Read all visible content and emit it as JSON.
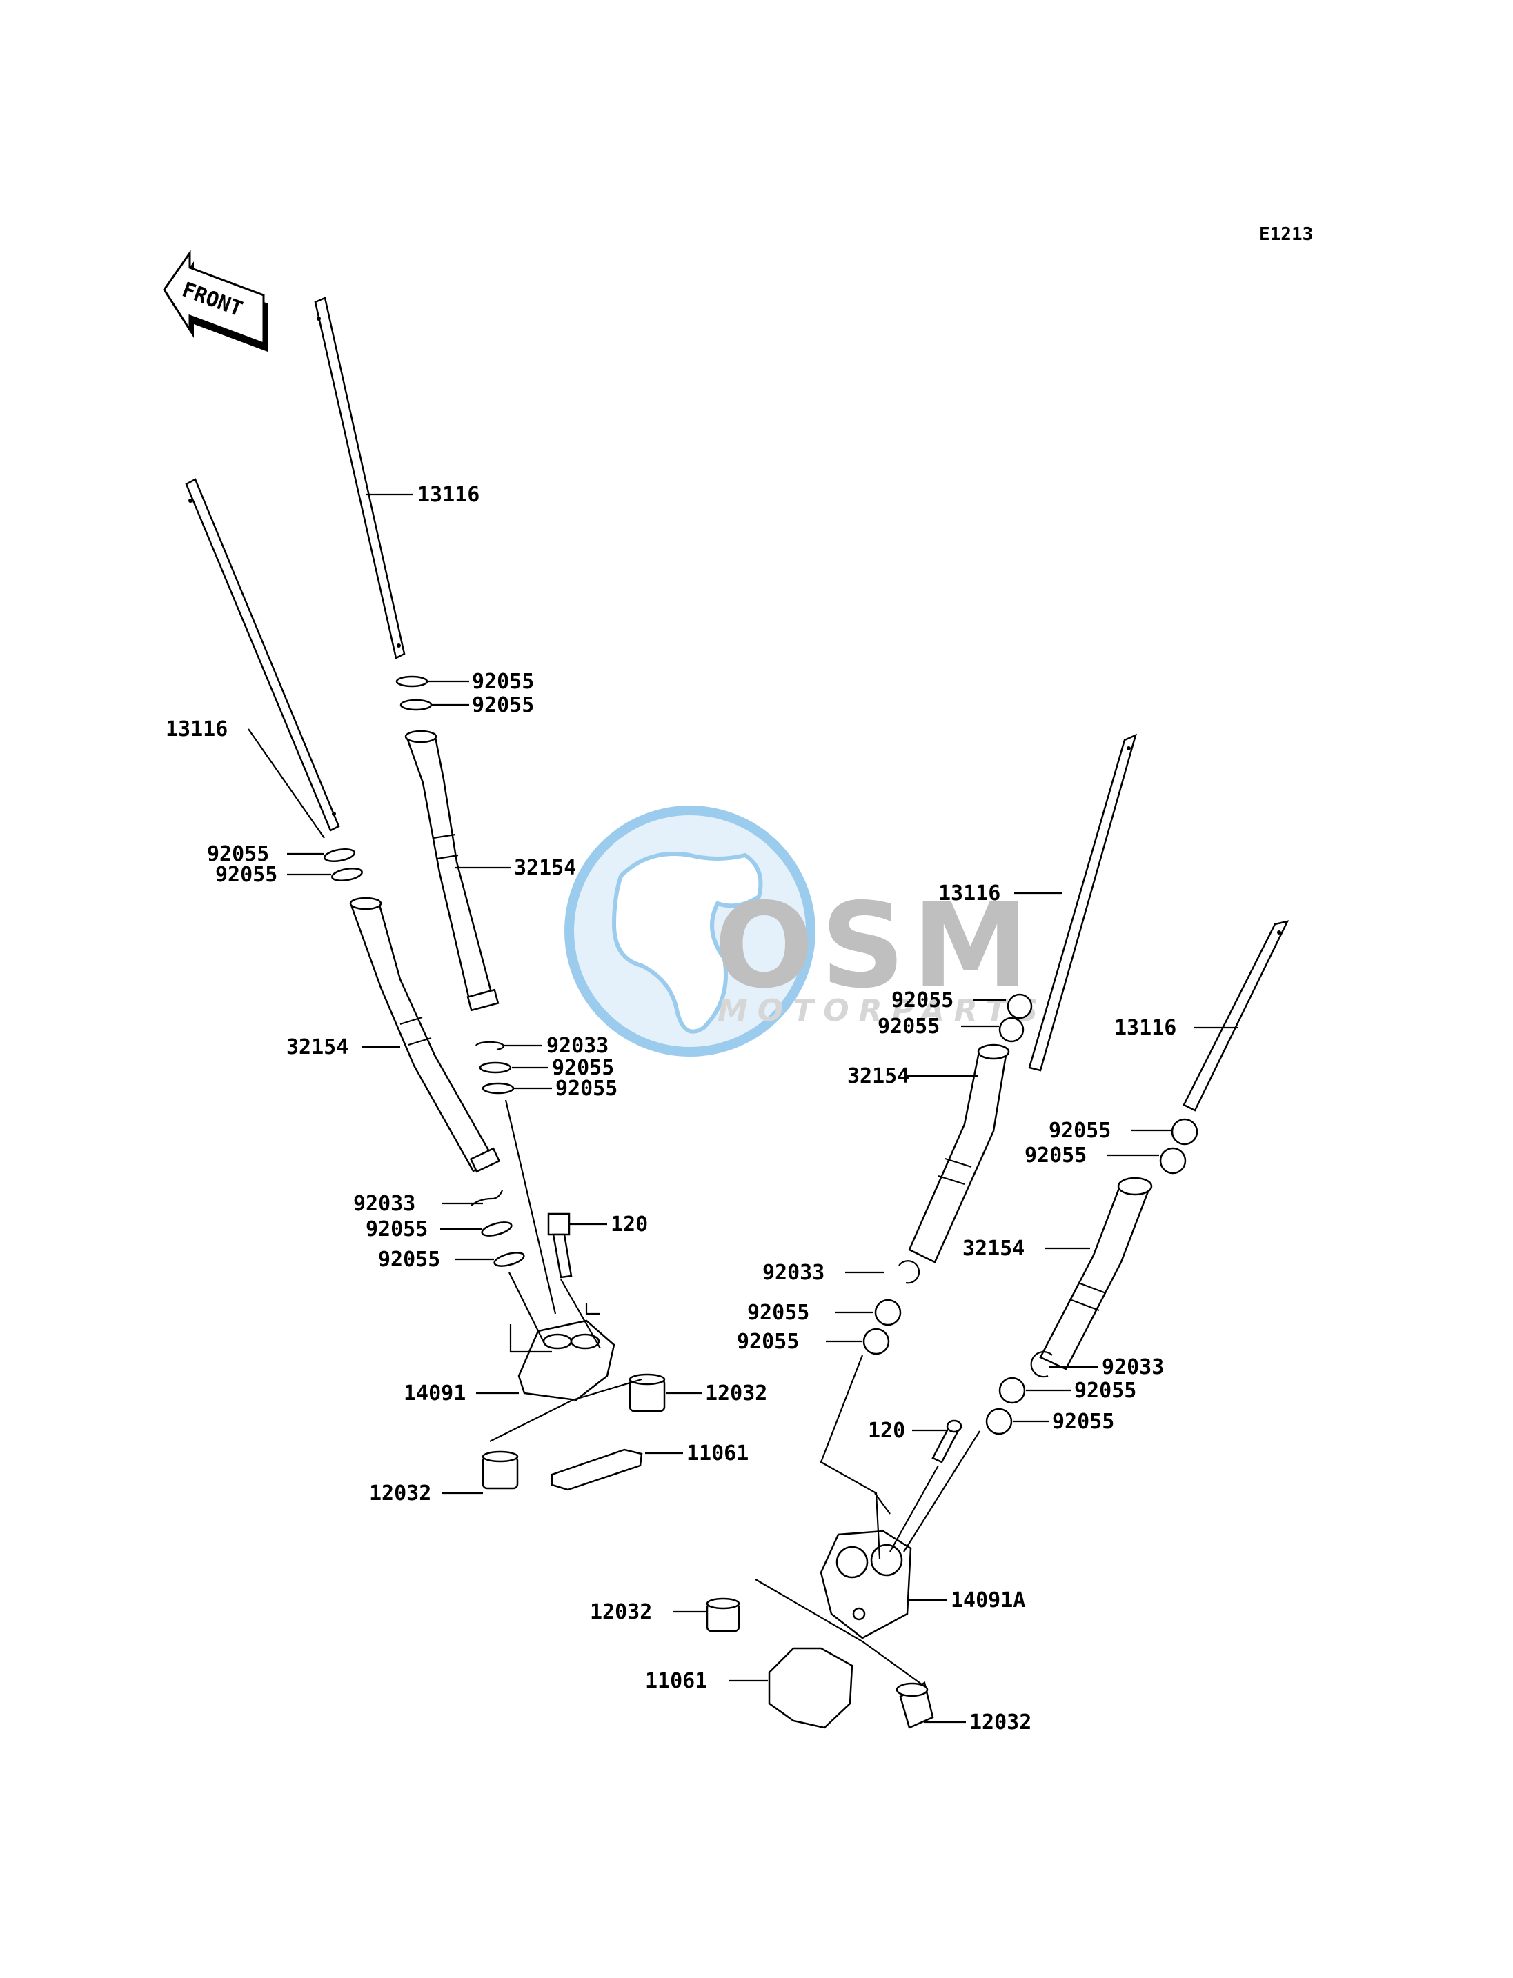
{
  "diagram_code": "E1213",
  "front_label": "FRONT",
  "watermark": {
    "brand": "OSM",
    "subtitle": "MOTORPARTS",
    "colors": {
      "blue": "#4aa3df",
      "gray": "#8c8c8c"
    }
  },
  "callouts": {
    "pushrod_a": "13116",
    "pushrod_b": "13116",
    "pushrod_c": "13116",
    "pushrod_d": "13116",
    "oring_a1": "92055",
    "oring_a2": "92055",
    "oring_b1": "92055",
    "oring_b2": "92055",
    "tube_a": "32154",
    "tube_b": "32154",
    "clip_a": "92033",
    "oring_c1": "92055",
    "oring_c2": "92055",
    "clip_b": "92033",
    "oring_d1": "92055",
    "oring_d2": "92055",
    "bolt_a": "120",
    "holder_a": "14091",
    "dowel_a1": "12032",
    "gasket_a": "11061",
    "dowel_a2": "12032",
    "oring_e1": "92055",
    "oring_e2": "92055",
    "tube_c": "32154",
    "oring_f1": "92055",
    "oring_f2": "92055",
    "tube_d": "32154",
    "clip_c": "92033",
    "oring_g1": "92055",
    "oring_g2": "92055",
    "clip_d": "92033",
    "oring_h1": "92055",
    "oring_h2": "92055",
    "bolt_b": "120",
    "holder_b": "14091A",
    "dowel_b1": "12032",
    "gasket_b": "11061",
    "dowel_b2": "12032"
  }
}
